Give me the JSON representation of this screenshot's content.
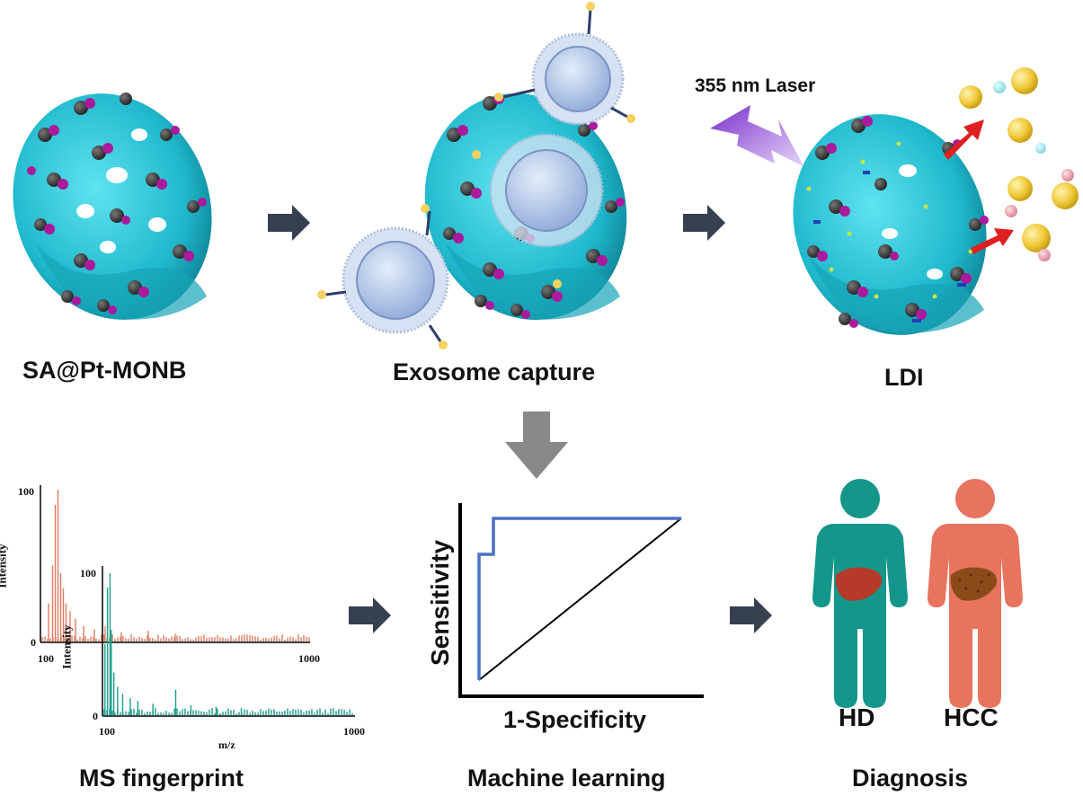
{
  "stages": {
    "nanobowl": "SA@Pt-MONB",
    "capture": "Exosome capture",
    "ldi": "LDI",
    "ms": "MS fingerprint",
    "ml": "Machine learning",
    "diagnosis": "Diagnosis"
  },
  "laser_label": "355 nm Laser",
  "ms_spectra": {
    "top": {
      "ymax_label": "100",
      "ymin_label": "0",
      "x_start": "100",
      "x_end": "1000",
      "ylabel": "Intensity",
      "color": "#e07a5f"
    },
    "bottom": {
      "ymax_label": "100",
      "ymin_label": "0",
      "x_start": "100",
      "x_end": "1000",
      "ylabel": "Intensity",
      "xlabel": "m/z",
      "color": "#1a9e8c"
    }
  },
  "roc": {
    "ylabel": "Sensitivity",
    "xlabel": "1-Specificity",
    "curve_color": "#4a72c4"
  },
  "patients": {
    "hd": {
      "label": "HD",
      "color": "#14968a"
    },
    "hcc": {
      "label": "HCC",
      "color": "#e8735e"
    }
  },
  "colors": {
    "arrow_dark": "#36404f",
    "arrow_gray": "#888888",
    "nanobowl": "#22c3d6",
    "pink": "#aa1a9c",
    "laser": "#8a3fd1",
    "red_arrow": "#e02020"
  }
}
